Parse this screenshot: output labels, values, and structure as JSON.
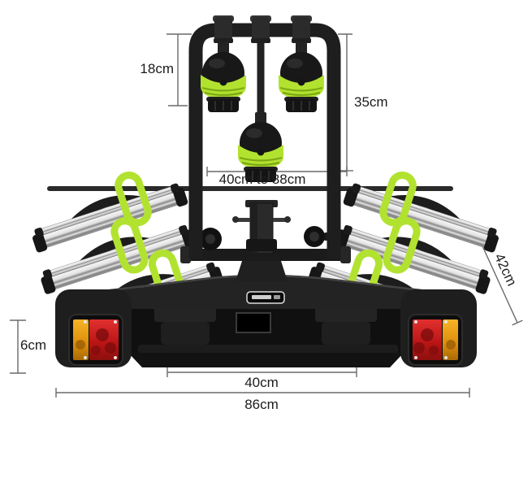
{
  "annotations": {
    "clamp_drop": "18cm",
    "mast_height": "35cm",
    "clamp_adjust_range": "40cm to 88cm",
    "tray_length": "42cm",
    "light_depth": "6cm",
    "inner_width": "40cm",
    "overall_width": "86cm"
  },
  "colors": {
    "frame_black": "#1e1e1e",
    "strap_lime": "#b2e230",
    "tray_silver": "#d9d9d9",
    "tail_light_red": "#c81e1e",
    "tail_light_amber": "#eb9a12",
    "dimension_line": "#6a6a6a",
    "label_text": "#1c1c1c",
    "background": "#ffffff"
  }
}
